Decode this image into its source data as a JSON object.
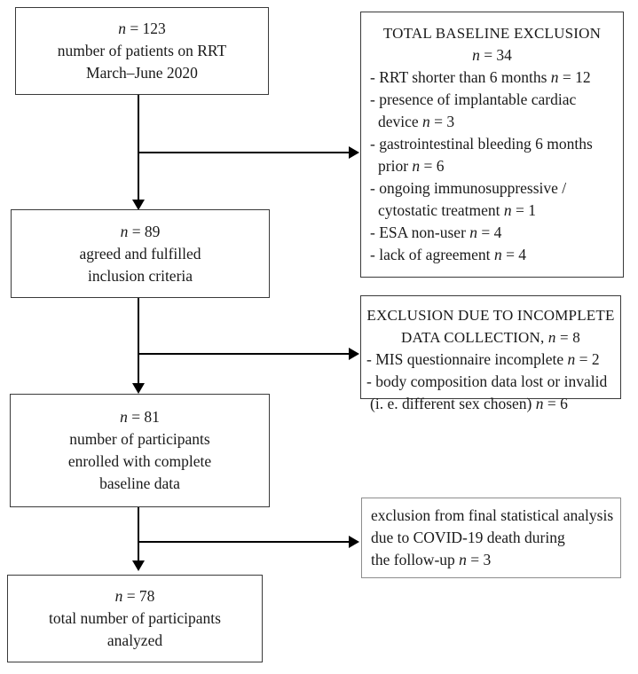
{
  "diagram": {
    "title": "Patient flow diagram",
    "colors": {
      "box_border_dark": "#3a3a3a",
      "box_border_light": "#8d8d8d",
      "connector": "#000000",
      "text": "#1a1a1a",
      "background": "#ffffff"
    }
  },
  "main_boxes": [
    {
      "id": "enrollment",
      "lines": [
        {
          "pre": "n",
          "eq": " = 123",
          "italic_lead": true
        },
        {
          "text": "number of patients on RRT"
        },
        {
          "text": "March–June 2020"
        }
      ]
    },
    {
      "id": "agreed",
      "lines": [
        {
          "pre": "n",
          "eq": " = 89",
          "italic_lead": true
        },
        {
          "text": "agreed and fulfilled"
        },
        {
          "text": "inclusion criteria"
        }
      ]
    },
    {
      "id": "complete-baseline",
      "lines": [
        {
          "pre": "n",
          "eq": " = 81",
          "italic_lead": true
        },
        {
          "text": "number of participants"
        },
        {
          "text": "enrolled with complete"
        },
        {
          "text": "baseline data"
        }
      ]
    },
    {
      "id": "analyzed",
      "lines": [
        {
          "pre": "n",
          "eq": " = 78",
          "italic_lead": true
        },
        {
          "text": "total number of participants"
        },
        {
          "text": "analyzed"
        }
      ]
    }
  ],
  "exclusion_boxes": [
    {
      "id": "baseline-exclusion",
      "border": "dark",
      "heading": "TOTAL BASELINE EXCLUSION",
      "heading_count_pre": "n",
      "heading_count": " = 34",
      "items": [
        {
          "bullet": "- RRT shorter than 6 months ",
          "n": "n",
          "val": " = 12"
        },
        {
          "bullet": "- presence of implantable cardiac"
        },
        {
          "cont": "device ",
          "n": "n",
          "val": " = 3"
        },
        {
          "bullet": "- gastrointestinal bleeding 6 months"
        },
        {
          "cont": "prior ",
          "n": "n",
          "val": " = 6"
        },
        {
          "bullet": "- ongoing immunosuppressive /"
        },
        {
          "cont": "cytostatic treatment ",
          "n": "n",
          "val": " = 1"
        },
        {
          "bullet": "- ESA non-user ",
          "n": "n",
          "val": " = 4"
        },
        {
          "bullet": "- lack of agreement ",
          "n": "n",
          "val": " = 4"
        }
      ]
    },
    {
      "id": "incomplete-data-exclusion",
      "border": "dark",
      "heading": "EXCLUSION DUE TO INCOMPLETE",
      "heading2_pre": "DATA COLLECTION, ",
      "heading2_n": "n",
      "heading2_val": " = 8",
      "items": [
        {
          "bullet": "- MIS questionnaire incomplete ",
          "n": "n",
          "val": " = 2"
        },
        {
          "bullet": "- body composition data lost or invalid"
        },
        {
          "cont2": "(i. e. different sex chosen) ",
          "n": "n",
          "val": " = 6"
        }
      ]
    },
    {
      "id": "covid-death-exclusion",
      "border": "light",
      "items": [
        {
          "bullet": "exclusion from final statistical analysis"
        },
        {
          "bullet": "due to COVID-19 death during"
        },
        {
          "bullet": "the follow-up ",
          "n": "n",
          "val": " = 3"
        }
      ]
    }
  ],
  "connectors": [
    {
      "id": "connector-1",
      "from": "enrollment",
      "to": "agreed",
      "branch_to": "baseline-exclusion"
    },
    {
      "id": "connector-2",
      "from": "agreed",
      "to": "complete-baseline",
      "branch_to": "incomplete-data-exclusion"
    },
    {
      "id": "connector-3",
      "from": "complete-baseline",
      "to": "analyzed",
      "branch_to": "covid-death-exclusion"
    }
  ]
}
